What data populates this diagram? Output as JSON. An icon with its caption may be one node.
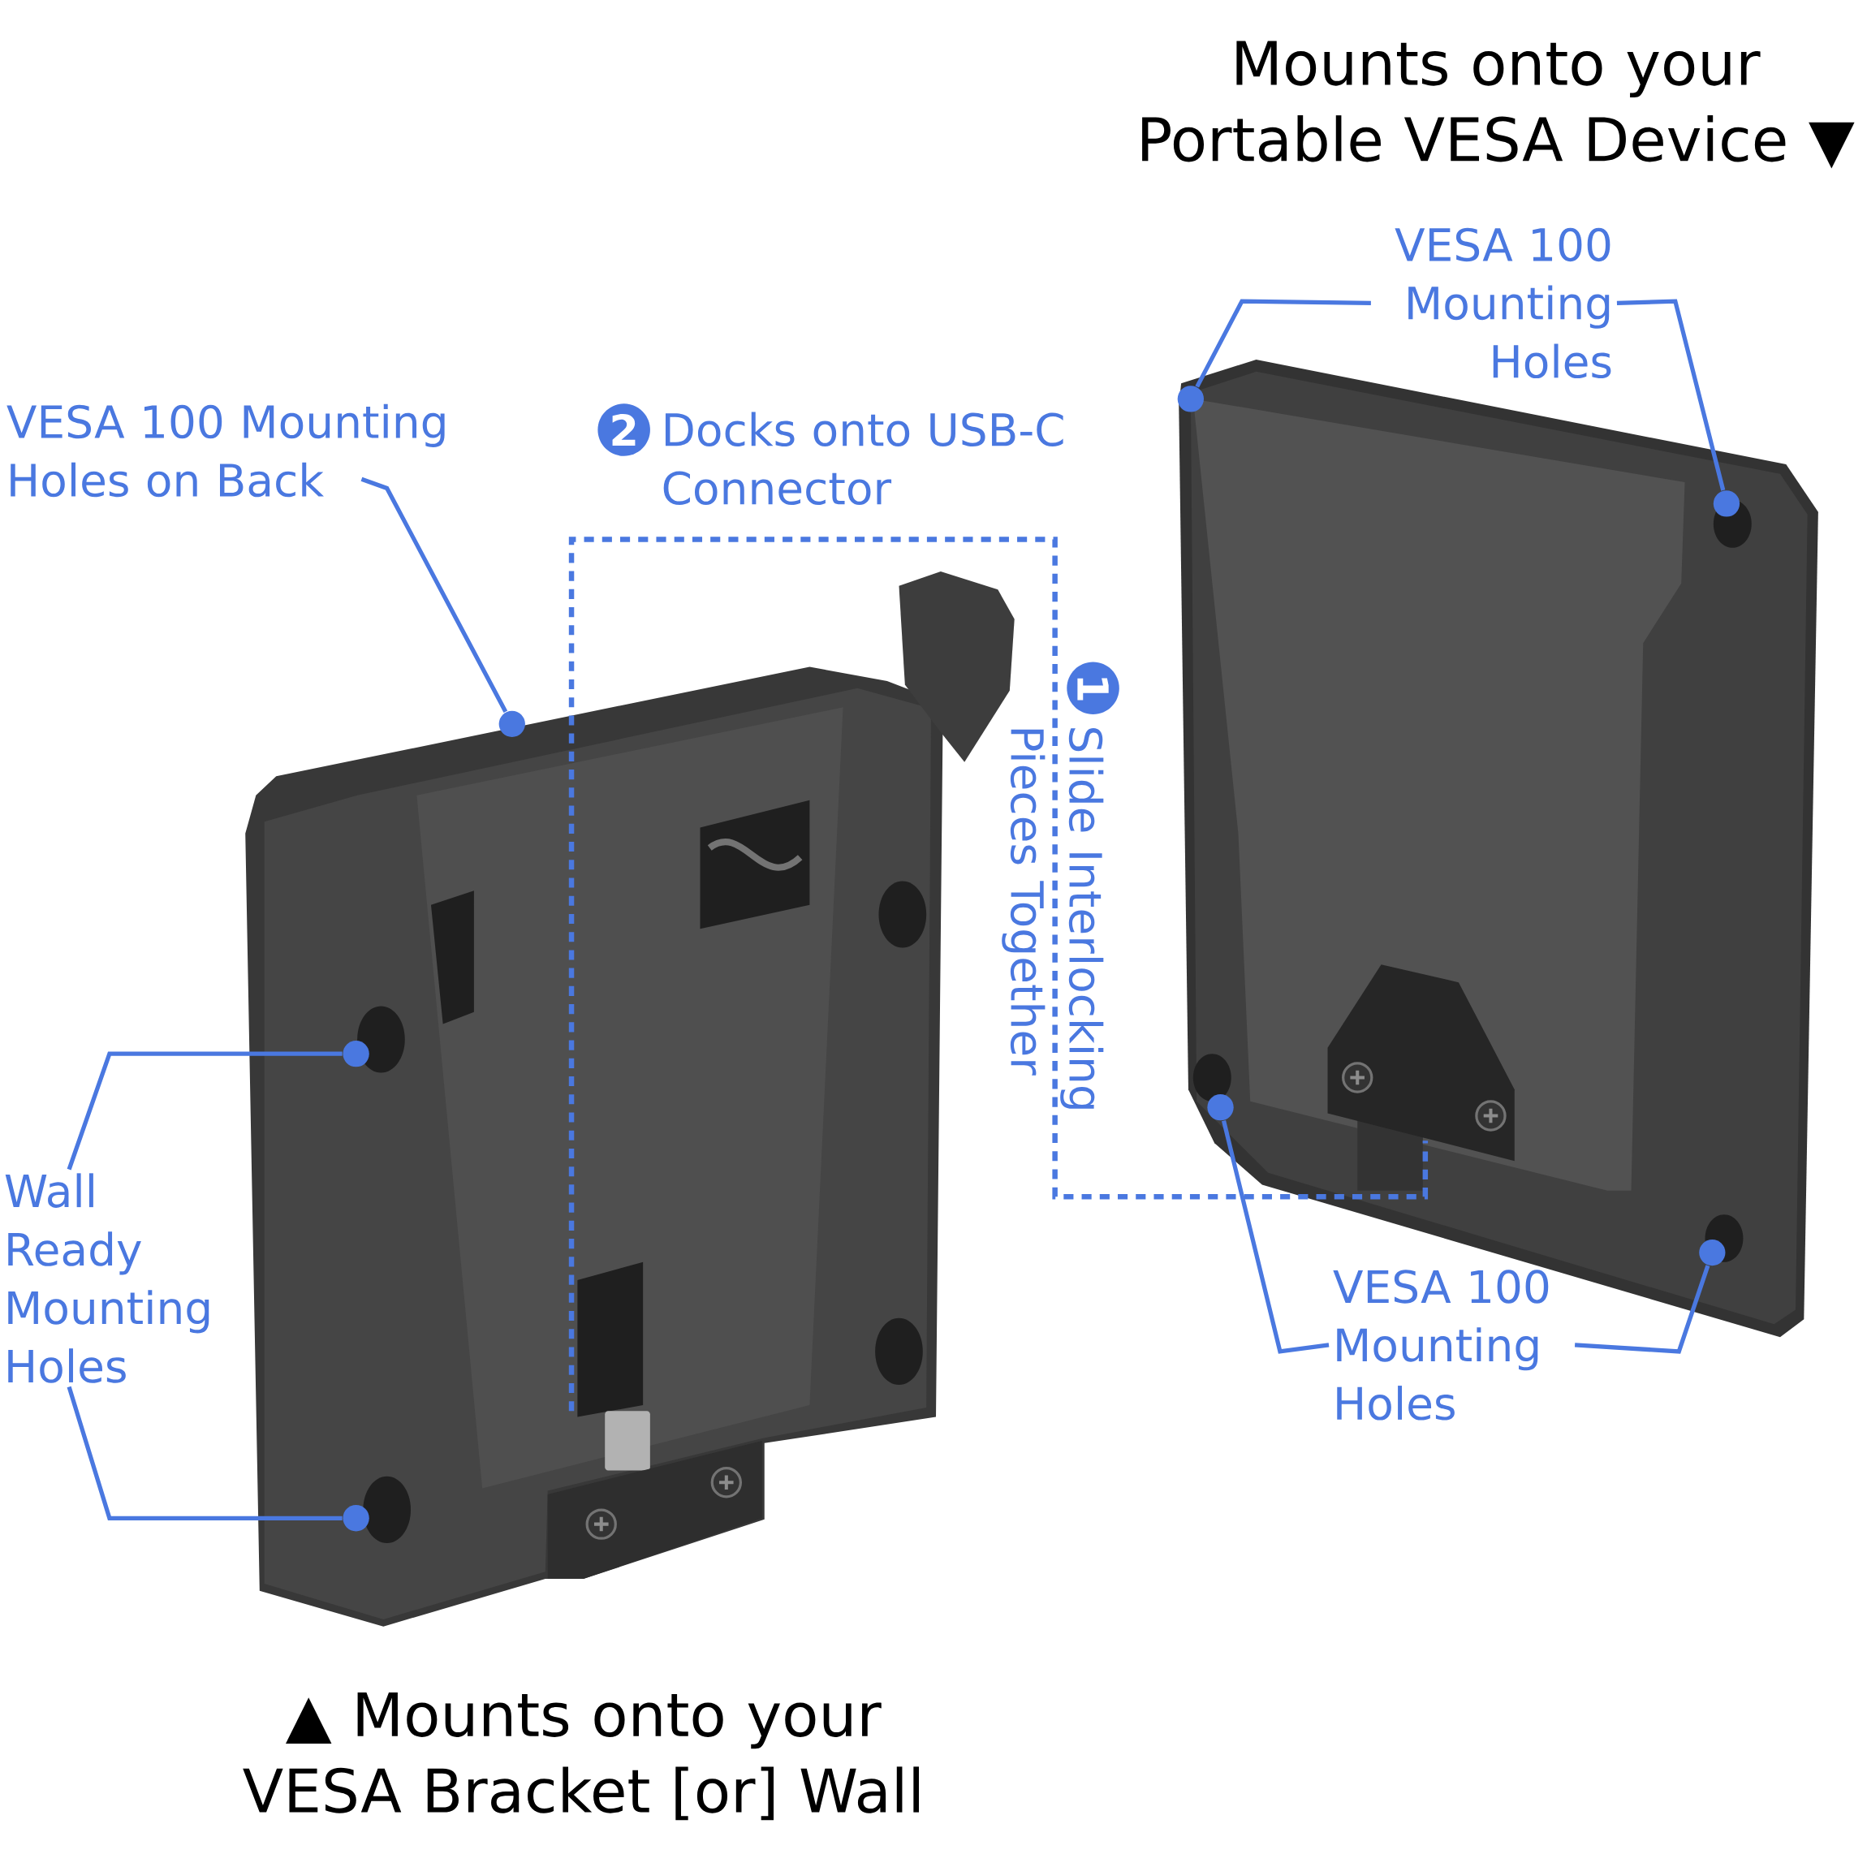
{
  "diagram": {
    "nodes": [
      {
        "text": [
          "VESA 100 Mounting Holes on Back"
        ]
      },
      {
        "text": [],
        "shape": "circle"
      },
      {
        "text": [
          "Docks onto USB-C Connector"
        ]
      },
      {
        "text": [
          "Slide Interlocking Pieces Together"
        ]
      },
      {
        "text": [
          "Wall Ready Mounting Holes"
        ]
      },
      {
        "text": [],
        "shape": "circle"
      },
      {
        "text": [],
        "shape": "circle"
      },
      {
        "text": [
          "VESA 100 Mounting Holes"
        ]
      },
      {
        "text": [],
        "shape": "circle"
      },
      {
        "text": [],
        "shape": "circle"
      },
      {
        "text": [
          "VESA 100 Mounting Holes"
        ]
      },
      {
        "text": [],
        "shape": "circle"
      },
      {
        "text": [],
        "shape": "circle"
      }
    ],
    "edges": [
      {
        "from": 0,
        "to": 1,
        "arrow": "none"
      },
      {
        "from": 4,
        "to": 5,
        "arrow": "none"
      },
      {
        "from": 4,
        "to": 6,
        "arrow": "none"
      },
      {
        "from": 7,
        "to": 8,
        "arrow": "none"
      },
      {
        "from": 7,
        "to": 9,
        "arrow": "none"
      },
      {
        "from": 10,
        "to": 11,
        "arrow": "none"
      },
      {
        "from": 10,
        "to": 12,
        "arrow": "none"
      }
    ],
    "labels": [
      "Mounts onto your Portable VESA Device ▼",
      "2",
      "1",
      "▲ Mounts onto your VESA Bracket [or] Wall"
    ]
  }
}
